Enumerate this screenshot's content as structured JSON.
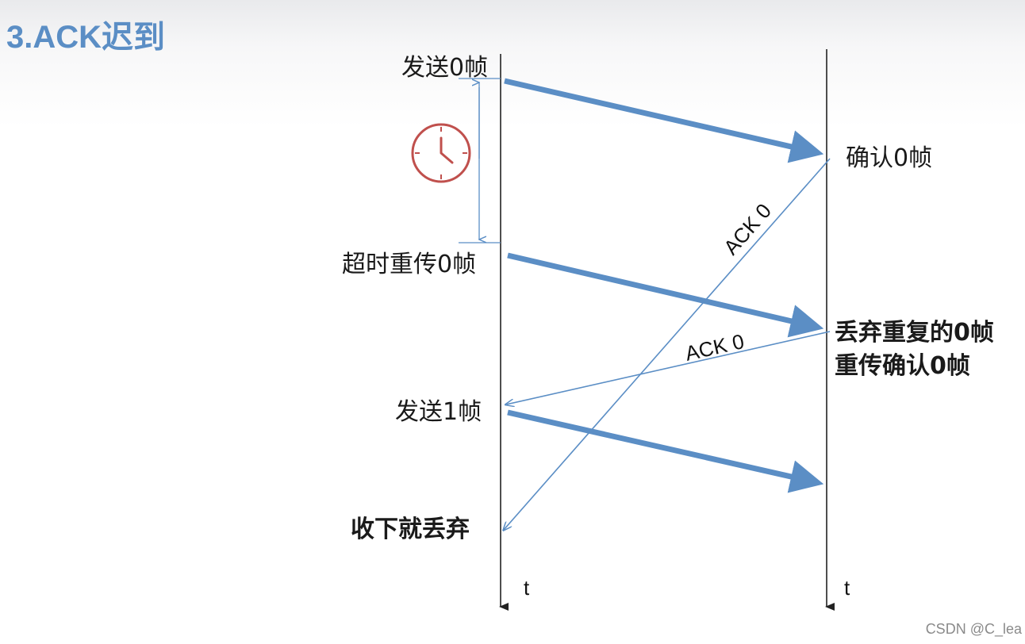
{
  "title": "3.ACK迟到",
  "sender": {
    "send_frame0": "发送0帧",
    "timeout_retransmit": "超时重传0帧",
    "send_frame1": "发送1帧",
    "receive_discard": "收下就丢弃",
    "time_axis": "t"
  },
  "receiver": {
    "confirm_frame0": "确认0帧",
    "discard_duplicate": "丢弃重复的0帧",
    "reconfirm": "重传确认0帧",
    "time_axis": "t"
  },
  "ack_labels": {
    "first": "ACK 0",
    "second": "ACK 0"
  },
  "icons": {
    "timer": "clock-icon"
  },
  "colors": {
    "title": "#5b8ec5",
    "arrow": "#5b8ec5",
    "clock": "#c0504d"
  },
  "watermark": "CSDN @C_lea"
}
